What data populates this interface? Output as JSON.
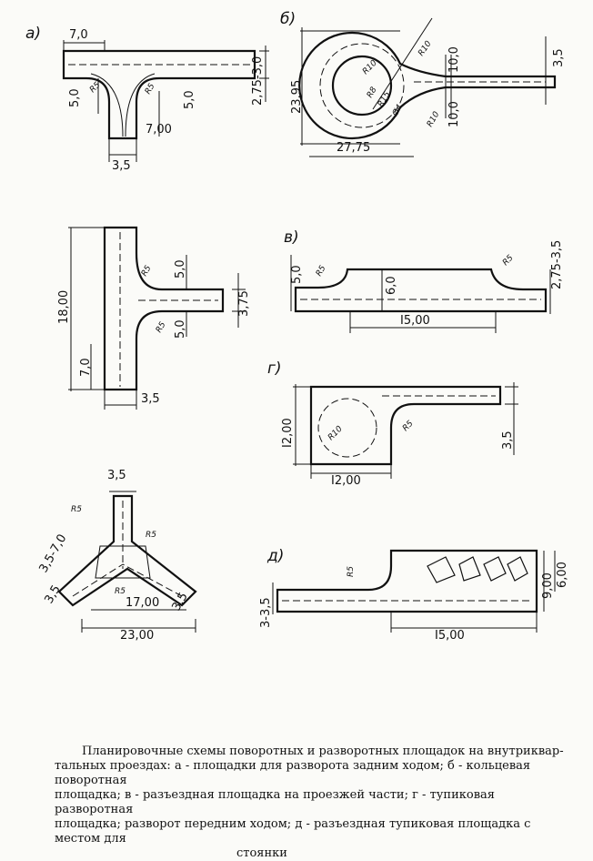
{
  "labels": {
    "a": "а)",
    "b": "б)",
    "v": "в)",
    "g": "г)",
    "d": "д)"
  },
  "diagram_a": {
    "dim_top": "7,0",
    "dim_left": "5,0",
    "dim_right": "2,75-3,0",
    "dim_bottom": "3,5",
    "dim_inner_bottom": "7,00",
    "dim_inner_right": "5,0",
    "r_left": "R5",
    "r_right": "R5"
  },
  "diagram_b": {
    "dim_outer": "23,95",
    "dim_bottom": "27,75",
    "dim_right": "3,5",
    "dim_upper": "10,0",
    "dim_lower": "10,0",
    "r_outer": "R10",
    "r_inner": "R10",
    "r_small": "R8",
    "r_mid": "R15",
    "r_a": "Ø4",
    "r_b": "R10"
  },
  "diagram_t": {
    "dim_height": "18,00",
    "dim_lower": "7,0",
    "dim_width": "3,5",
    "dim_upper_r": "5,0",
    "dim_lower_r": "5,0",
    "dim_branch": "3,75",
    "r_upper": "R5",
    "r_lower": "R5"
  },
  "diagram_v": {
    "dim_left": "5,0",
    "dim_mid": "6,0",
    "dim_length": "I5,00",
    "dim_right": "2,75-3,5",
    "r_left": "R5",
    "r_right": "R5"
  },
  "diagram_g": {
    "dim_height": "I2,00",
    "dim_width": "I2,00",
    "dim_right": "3,5",
    "r_big": "R10",
    "r_small": "R5"
  },
  "diagram_y": {
    "dim_top": "3,5",
    "dim_left": "3,5-7,0",
    "dim_left2": "3,5",
    "dim_right": "3,5",
    "dim_inner": "17,00",
    "dim_total": "23,00",
    "r_a": "R5",
    "r_b": "R5",
    "r_c": "R5"
  },
  "diagram_d": {
    "dim_left": "3-3,5",
    "dim_r": "R5",
    "dim_length": "I5,00",
    "dim_h1": "9,00",
    "dim_h2": "6,00"
  },
  "caption": {
    "line1": "Планировочные схемы поворотных и разворотных площадок на внутриквар-",
    "line2": "тальных проездах: а - площадки для разворота задним ходом; б - кольцевая поворотная",
    "line3": "площадка; в - разъездная площадка на проезжей части; г - тупиковая разворотная",
    "line4": "площадка; разворот передним ходом; д - разъездная тупиковая площадка с местом для",
    "line5": "стоянки"
  }
}
